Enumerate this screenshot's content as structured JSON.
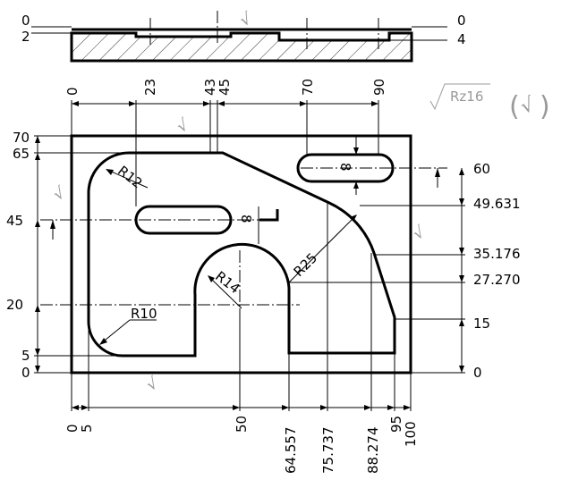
{
  "top_view": {
    "left_depths": [
      "0",
      "2"
    ],
    "right_depths": [
      "0",
      "4"
    ]
  },
  "top_dims": [
    "0",
    "23",
    "43",
    "45",
    "70",
    "90"
  ],
  "left_dims": [
    "70",
    "65",
    "45",
    "20",
    "5",
    "0"
  ],
  "right_dims": [
    "60",
    "49.631",
    "35.176",
    "27.270",
    "15",
    "0"
  ],
  "bottom_dims": [
    "0",
    "5",
    "50",
    "64.557",
    "75.737",
    "88.274",
    "95",
    "100"
  ],
  "radii": [
    "R12",
    "R10",
    "R14",
    "R25"
  ],
  "slot_widths": [
    "8",
    "8"
  ],
  "roughness": {
    "global_symbol_text": "Rz16",
    "surface_marks": [
      "√",
      "√",
      "√",
      "√",
      "√",
      "√"
    ]
  }
}
